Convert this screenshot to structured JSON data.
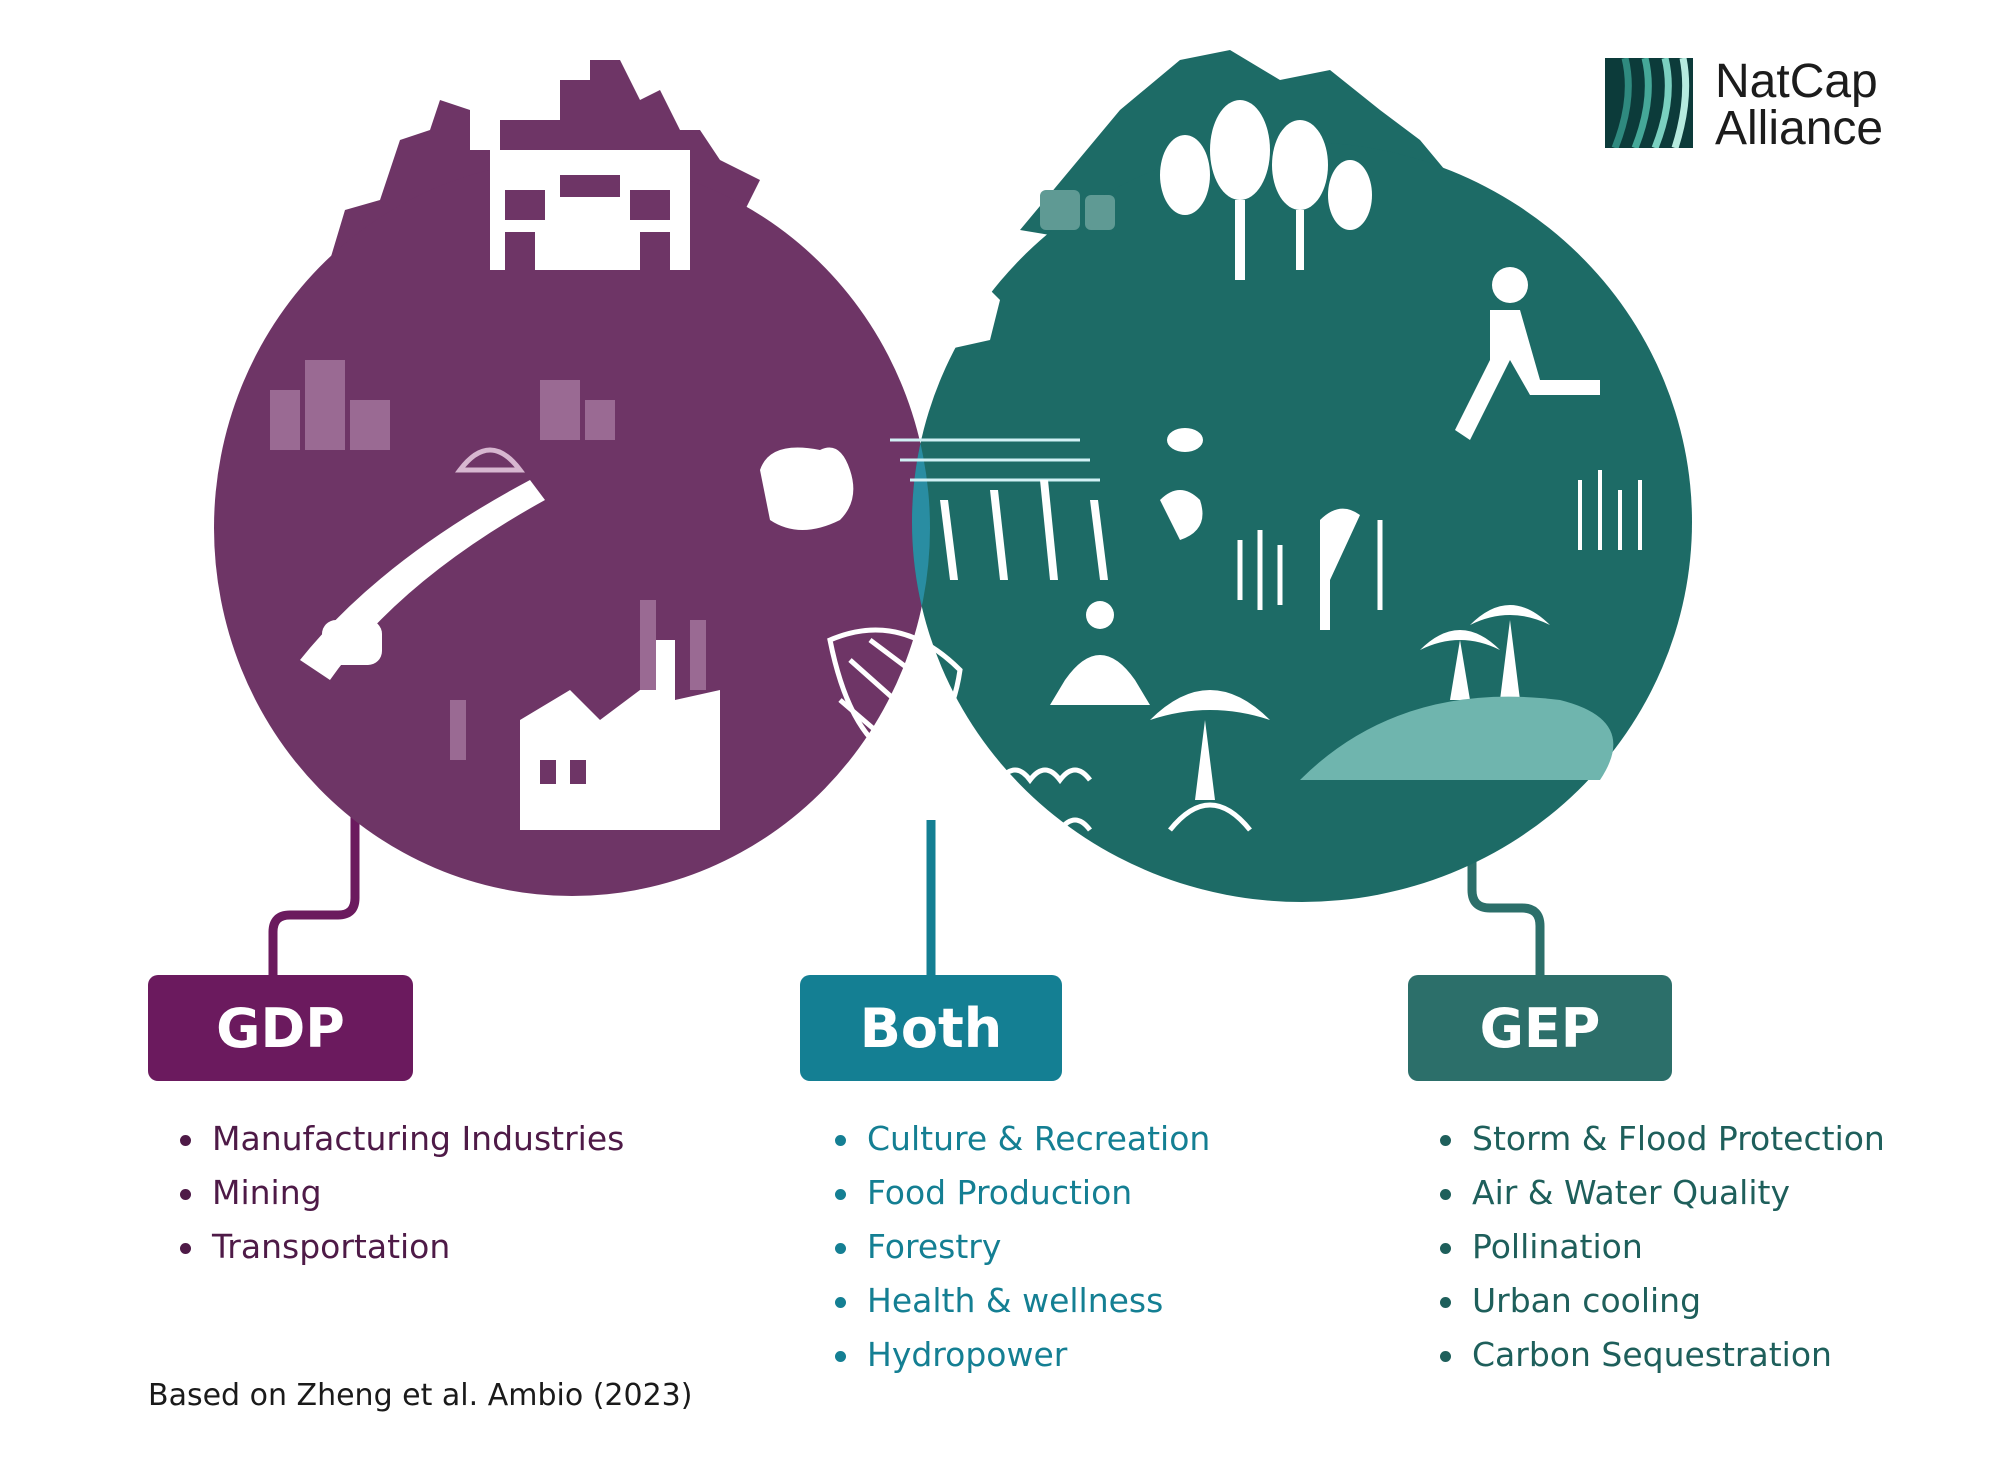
{
  "logo": {
    "line1": "NatCap",
    "line2": "Alliance"
  },
  "labels": {
    "gdp": "GDP",
    "both": "Both",
    "gep": "GEP"
  },
  "lists": {
    "gdp": [
      "Manufacturing Industries",
      "Mining",
      "Transportation"
    ],
    "both": [
      "Culture & Recreation",
      "Food Production",
      "Forestry",
      "Health & wellness",
      "Hydropower"
    ],
    "gep": [
      "Storm & Flood Protection",
      "Air & Water Quality",
      "Pollination",
      "Urban cooling",
      "Carbon Sequestration"
    ]
  },
  "footnote": "Based on Zheng et al. Ambio (2023)",
  "colors": {
    "gdp": "#6b1a5e",
    "both": "#147f93",
    "gep": "#2c6f6a",
    "gdp_circle": "#6e3566",
    "gep_circle": "#1d6b66",
    "overlap": "#2a8fa4"
  },
  "icons": {
    "gdp_region": [
      "city-skyline-icon",
      "shop-icon",
      "train-icon",
      "tunnel-icon",
      "factory-icon"
    ],
    "both_region": [
      "logs-icon",
      "chicken-icon",
      "crops-icon",
      "fishing-net-icon",
      "meditation-icon"
    ],
    "gep_region": [
      "forest-icon",
      "runner-icon",
      "heron-icon",
      "hummingbird-icon",
      "bee-icon",
      "mangrove-icon",
      "palm-island-icon"
    ]
  }
}
